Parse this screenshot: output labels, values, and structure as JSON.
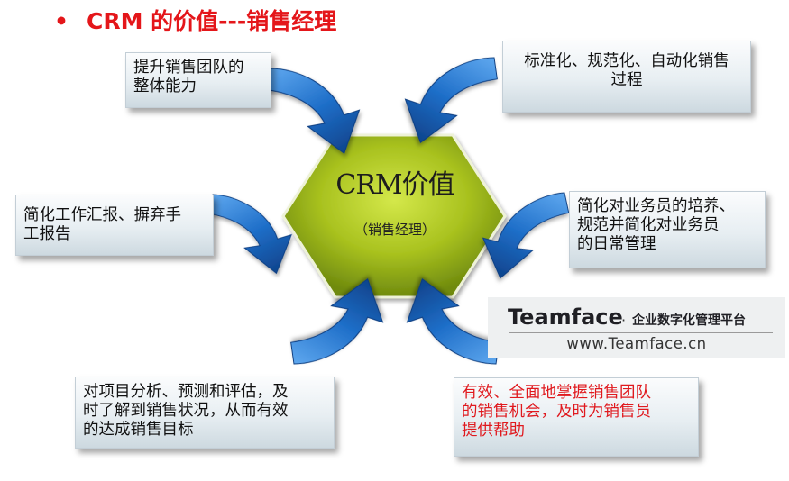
{
  "header": {
    "bullet": "•",
    "title": "CRM 的价值---销售经理"
  },
  "center": {
    "title": "CRM价值",
    "subtitle": "（销售经理）"
  },
  "boxes": {
    "top_left": {
      "lines": [
        "提升销售团队的",
        "整体能力"
      ]
    },
    "top_right": {
      "lines": [
        "标准化、规范化、自动化销售",
        "过程"
      ]
    },
    "mid_left": {
      "lines": [
        "简化工作汇报、摒弃手",
        "工报告"
      ]
    },
    "mid_right": {
      "lines": [
        "简化对业务员的培养、",
        "规范并简化对业务员",
        "的日常管理"
      ]
    },
    "bottom_left": {
      "lines": [
        "对项目分析、预测和评估，及",
        "时了解到销售状况，从而有效",
        "的达成销售目标"
      ]
    },
    "bottom_right": {
      "lines": [
        "有效、全面地掌握销售团队",
        "的销售机会，及时为销售员",
        "提供帮助"
      ]
    }
  },
  "watermark": {
    "name": "Teamface",
    "separator": "·",
    "slogan": "企业数字化管理平台",
    "url": "www.Teamface.cn"
  },
  "colors": {
    "title_red": "#e4161a",
    "hexagon_green": "#a8c21f",
    "arrow_blue": "#1f6fc9",
    "highlight_red": "#e0191e"
  }
}
